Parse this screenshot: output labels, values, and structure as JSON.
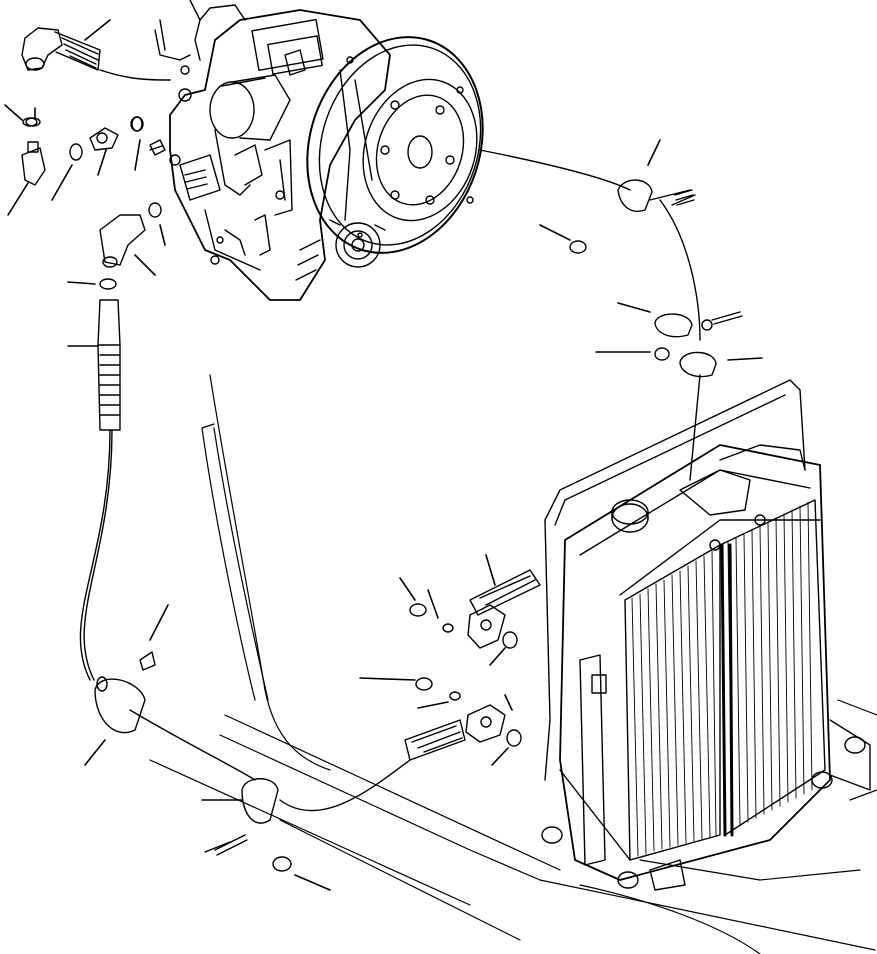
{
  "diagram": {
    "colors": {
      "stroke": "#000000",
      "background": "#ffffff"
    },
    "components": [
      {
        "name": "transmission-housing",
        "icon": "transmission-icon"
      },
      {
        "name": "flywheel",
        "icon": "flywheel-icon"
      },
      {
        "name": "radiator",
        "icon": "radiator-icon"
      },
      {
        "name": "radiator-filler-cap",
        "icon": "cap-icon"
      },
      {
        "name": "oil-cooler-hose-upper",
        "icon": "hose-icon"
      },
      {
        "name": "oil-cooler-hose-lower",
        "icon": "hose-icon"
      },
      {
        "name": "hose-clamps",
        "icon": "clamp-icon"
      },
      {
        "name": "elbow-fittings",
        "icon": "elbow-fitting-icon"
      },
      {
        "name": "flange-fittings",
        "icon": "flange-icon"
      },
      {
        "name": "o-rings",
        "icon": "o-ring-icon"
      },
      {
        "name": "bolts-and-nuts",
        "icon": "bolt-icon"
      }
    ],
    "callout_count": 24
  }
}
